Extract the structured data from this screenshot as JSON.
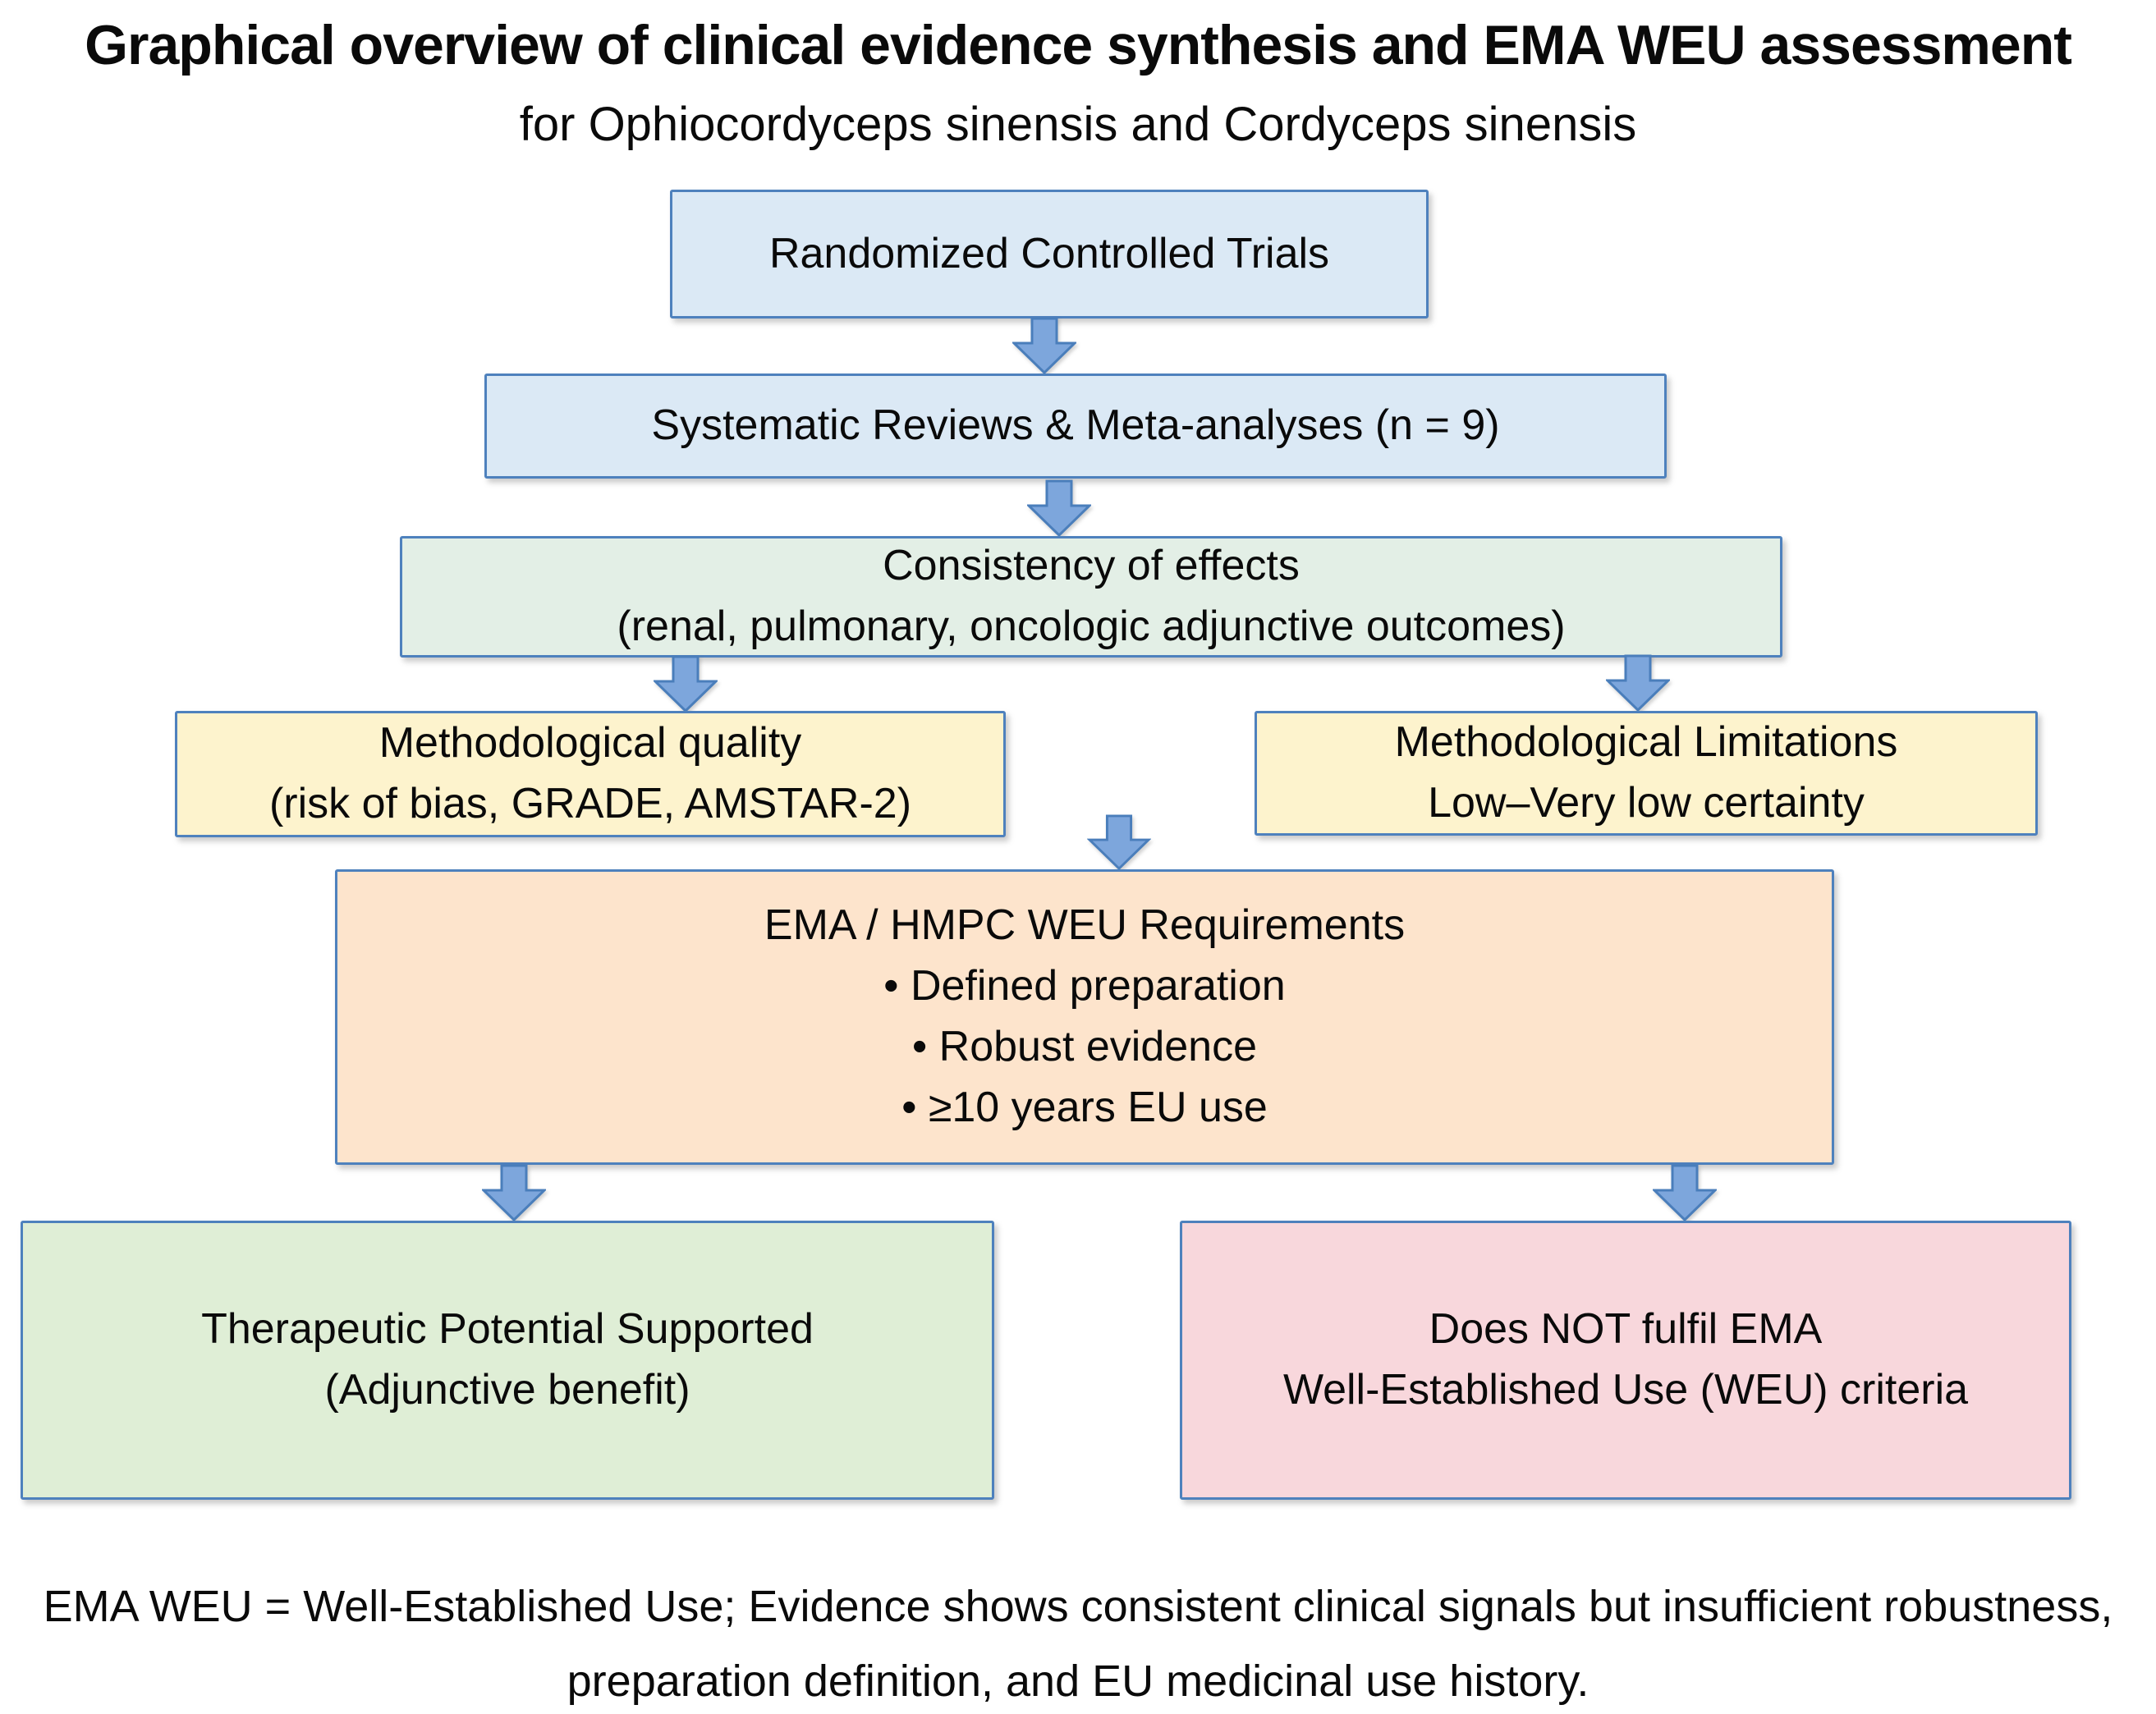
{
  "title": "Graphical overview of clinical evidence synthesis and EMA WEU assessment",
  "subtitle": "for Ophiocordyceps sinensis and Cordyceps sinensis",
  "boxes": {
    "rct": {
      "lines": [
        "Randomized Controlled Trials"
      ]
    },
    "sr": {
      "lines": [
        "Systematic Reviews & Meta-analyses (n = 9)"
      ]
    },
    "consistency": {
      "lines": [
        "Consistency of effects",
        "(renal, pulmonary, oncologic adjunctive outcomes)"
      ]
    },
    "quality": {
      "lines": [
        "Methodological quality",
        "(risk of bias, GRADE, AMSTAR-2)"
      ]
    },
    "limitations": {
      "lines": [
        "Methodological Limitations",
        "Low–Very low certainty"
      ]
    },
    "ema": {
      "lines": [
        "EMA / HMPC WEU Requirements",
        "• Defined preparation",
        "• Robust evidence",
        "• ≥10 years EU use"
      ]
    },
    "supported": {
      "lines": [
        "Therapeutic Potential Supported",
        "(Adjunctive benefit)"
      ]
    },
    "notfulfil": {
      "lines": [
        "Does NOT fulfil EMA",
        "Well-Established Use (WEU) criteria"
      ]
    }
  },
  "footer": {
    "lines": [
      "EMA WEU = Well-Established Use; Evidence shows consistent clinical signals",
      "but insufficient robustness, preparation definition, and EU medicinal use history."
    ]
  },
  "colors": {
    "box_border": "#4e81bd",
    "arrow_fill": "#7da6dc",
    "arrow_stroke": "#4a7ebb",
    "blue_fill": "#dbe9f5",
    "green_fill": "#e3efe6",
    "yellow_fill": "#fdf3cd",
    "orange_fill": "#fde4cc",
    "bottom_green_fill": "#dfeed6",
    "pink_fill": "#f8d7dc"
  }
}
